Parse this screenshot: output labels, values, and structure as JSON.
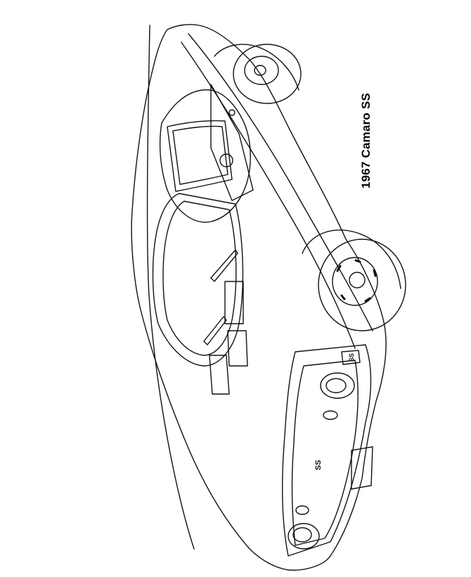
{
  "caption": {
    "text": "1967 Camaro SS"
  },
  "badges": {
    "fender_badge": "SS",
    "grille_badge": "SS"
  },
  "colors": {
    "ink": "#111111",
    "paper": "#ffffff"
  }
}
